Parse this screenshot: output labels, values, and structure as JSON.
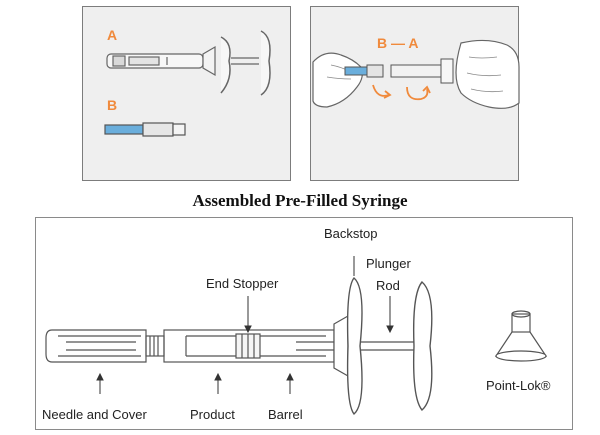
{
  "top_left_panel": {
    "label_a": "A",
    "label_b": "B"
  },
  "top_right_panel": {
    "label_ba": "B — A"
  },
  "title": "Assembled Pre-Filled Syringe",
  "diagram": {
    "labels": {
      "backstop": "Backstop",
      "plunger": "Plunger",
      "rod": "Rod",
      "end_stopper": "End Stopper",
      "needle_and_cover": "Needle and Cover",
      "product": "Product",
      "barrel": "Barrel",
      "point_lok": "Point-Lok®"
    }
  },
  "colors": {
    "orange_label": "#f08a3c",
    "needle_blue": "#6aaedc",
    "outline": "#555555",
    "panel_bg": "#efefef"
  }
}
